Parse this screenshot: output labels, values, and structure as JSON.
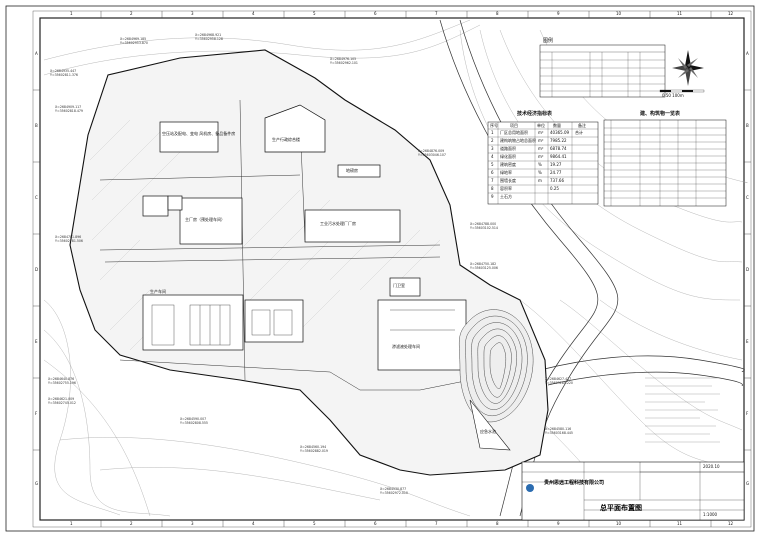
{
  "frame": {
    "col_numbers": [
      "1",
      "2",
      "3",
      "4",
      "5",
      "6",
      "7",
      "8",
      "9",
      "10",
      "11",
      "12"
    ],
    "row_letters": [
      "A",
      "B",
      "C",
      "D",
      "E",
      "F",
      "G"
    ]
  },
  "tech_table": {
    "title": "技术经济指标表",
    "headers": [
      "序号",
      "项目",
      "单位",
      "数量",
      "备注"
    ],
    "rows": [
      [
        "1",
        "厂区总用地面积",
        "m²",
        "40365.09",
        "合计"
      ],
      [
        "2",
        "建构筑物占地总面积",
        "m²",
        "7985.22",
        ""
      ],
      [
        "3",
        "道路面积",
        "m²",
        "6878.74",
        ""
      ],
      [
        "4",
        "绿化面积",
        "m²",
        "9864.41",
        ""
      ],
      [
        "5",
        "建筑密度",
        "%",
        "19.27",
        ""
      ],
      [
        "6",
        "绿地率",
        "%",
        "24.77",
        ""
      ],
      [
        "7",
        "围墙长度",
        "m",
        "737.66",
        ""
      ],
      [
        "8",
        "容积率",
        "",
        "0.25",
        ""
      ],
      [
        "9",
        "土石方",
        "",
        "",
        ""
      ]
    ]
  },
  "building_table": {
    "title": "建、构筑物一览表"
  },
  "legend": {
    "title": "图例"
  },
  "scale_label": "0 50 100m",
  "buildings": {
    "b1": "空压站及配电、变电  风机房、备品备件房",
    "b2": "生产行政综合楼",
    "b3": "主厂房（预处理车间）",
    "b4": "工业污水处理厂厂房",
    "b5": "渗滤液处理车间",
    "b6": "门卫室",
    "b7": "地磅房",
    "b8": "应急水池",
    "b9": "生产车间"
  },
  "title_block": {
    "company": "贵州思远工程科技有限公司",
    "drawing_title": "总平面布置图",
    "scale": "1:1000",
    "date": "2020.10"
  }
}
